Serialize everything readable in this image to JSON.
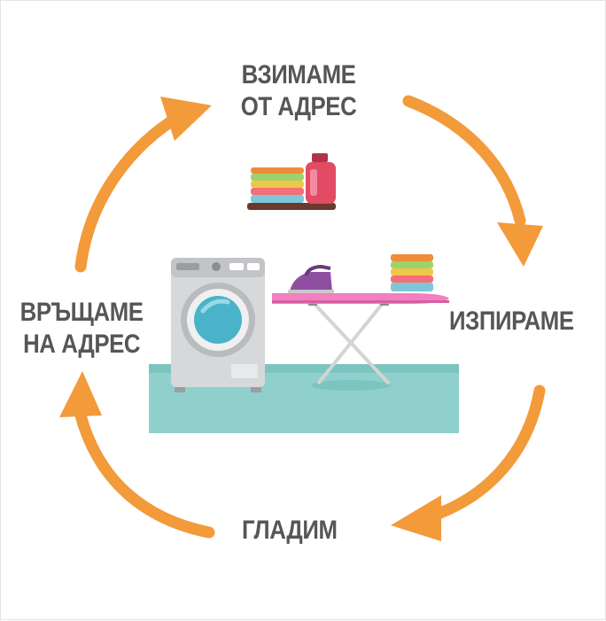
{
  "steps": [
    {
      "line1": "ВЗИМАМЕ",
      "line2": "ОТ АДРЕС"
    },
    {
      "line1": "ИЗПИРАМЕ"
    },
    {
      "line1": "ГЛАДИМ"
    },
    {
      "line1": "ВРЪЩАМЕ",
      "line2": "НА АДРЕС"
    }
  ],
  "colors": {
    "arrow": "#f39a3a",
    "arrow_dark": "#e8822a",
    "label": "#565656",
    "floor": "#8fd0cc",
    "board": "#f27fbf",
    "iron": "#8f4fa0",
    "bottle": "#e14b64",
    "washer_body": "#d7d8da",
    "washer_door": "#4bb3c9"
  },
  "icons": [
    "curved-arrow-icon",
    "washing-machine-icon",
    "ironing-board-icon",
    "iron-icon",
    "detergent-bottle-icon",
    "folded-clothes-icon"
  ]
}
